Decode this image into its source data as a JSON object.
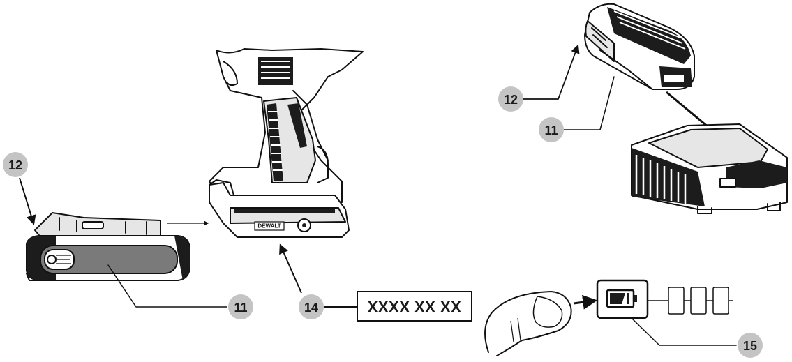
{
  "callouts": {
    "battery_left_top": "12",
    "battery_left_bottom": "11",
    "tool_base": "14",
    "charger_battery_top": "12",
    "charger_battery_bottom": "11",
    "indicator": "15"
  },
  "date_code_label": "XXXX XX XX",
  "brand_label": "DEWALT",
  "colors": {
    "callout_fill": "#c4c4c4",
    "line": "#111111"
  }
}
